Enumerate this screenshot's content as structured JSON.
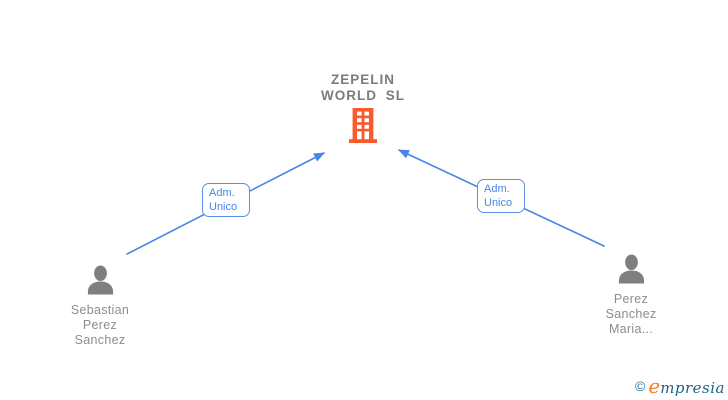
{
  "company": {
    "name_line1": "ZEPELIN",
    "name_line2": "WORLD SL",
    "icon": "building-icon"
  },
  "edges": [
    {
      "label_line1": "Adm.",
      "label_line2": "Unico"
    },
    {
      "label_line1": "Adm.",
      "label_line2": "Unico"
    }
  ],
  "persons": [
    {
      "name_line1": "Sebastian",
      "name_line2": "Perez",
      "name_line3": "Sanchez",
      "icon": "person-icon"
    },
    {
      "name_line1": "Perez",
      "name_line2": "Sanchez",
      "name_line3": "Maria...",
      "icon": "person-icon"
    }
  ],
  "logo": {
    "copyright": "©",
    "brand_first_letter": "e",
    "brand_rest": "mpresia"
  },
  "colors": {
    "edge_blue": "#4a84e8",
    "label_border_blue": "#5b8fe9",
    "building_orange": "#fb5a2d",
    "person_gray": "#7f7f7f",
    "company_text_gray": "#7b7b7b",
    "person_text_gray": "#8d8d8d",
    "logo_orange": "#f28020",
    "logo_teal": "#1d6285"
  }
}
